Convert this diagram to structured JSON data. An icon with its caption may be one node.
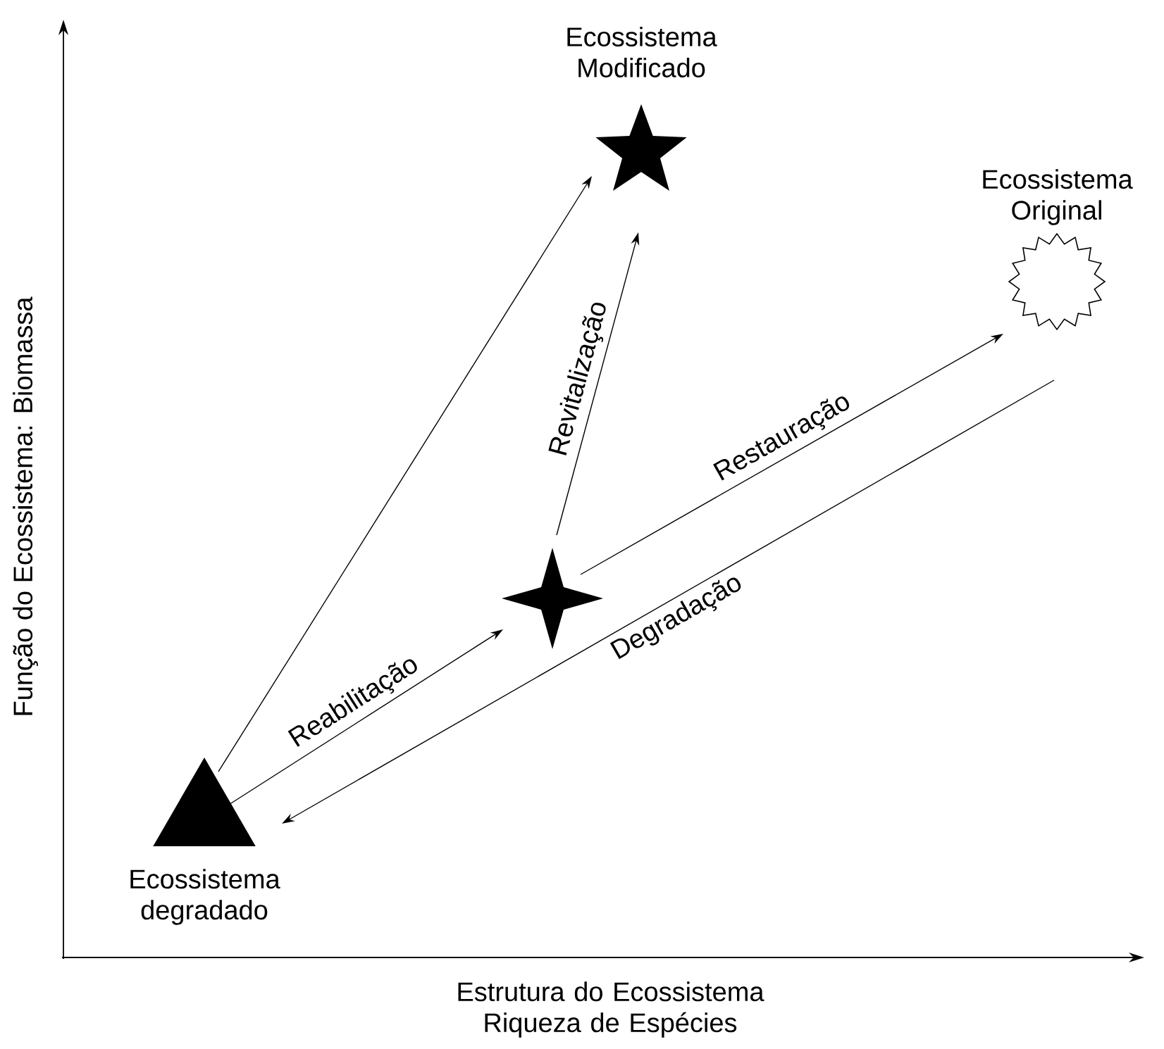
{
  "diagram": {
    "nodes": [
      {
        "text": [
          "Ecossistema degradado"
        ]
      },
      {
        "text": [
          "Ecossistema Modificado"
        ]
      },
      {
        "text": [
          "Ecossistema Original"
        ]
      },
      {
        "text": [],
        "shape": "star"
      }
    ],
    "edges": [
      {
        "from": 0,
        "to": 1,
        "arrow": "to"
      },
      {
        "from": 0,
        "to": 3,
        "arrow": "to",
        "label": "Reabilitação"
      },
      {
        "from": 3,
        "to": 1,
        "arrow": "to",
        "label": "Revitalização"
      },
      {
        "from": 3,
        "to": 2,
        "arrow": "to",
        "label": "Restauração"
      },
      {
        "from": 2,
        "to": 0,
        "arrow": "to",
        "label": "Degradação"
      }
    ],
    "labels": [
      "Função do Ecossistema: Biomassa",
      "Estrutura do Ecossistema Riqueza de Espécies"
    ]
  }
}
